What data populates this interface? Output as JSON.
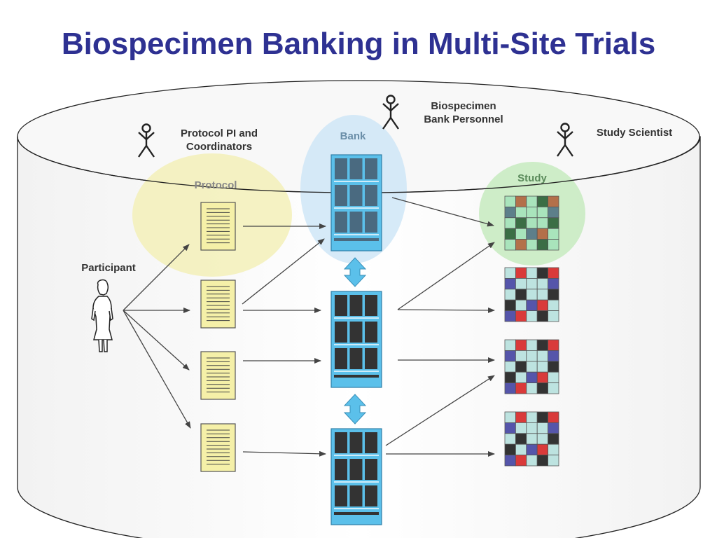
{
  "title": "Biospecimen Banking in Multi-Site Trials",
  "labels": {
    "protocol_pi": "Protocol PI and\nCoordinators",
    "bank_personnel": "Biospecimen\nBank Personnel",
    "study_scientist": "Study Scientist",
    "participant": "Participant",
    "protocol": "Protocol",
    "bank": "Bank",
    "study": "Study"
  },
  "colors": {
    "title": "#2e3192",
    "protocol_highlight": "#f3f0b9",
    "bank_highlight": "#cfe6f7",
    "study_highlight": "#c9ebc2",
    "document_fill": "#f5f0a8",
    "bank_rack_fill": "#5bc0ea",
    "bank_slot_dark": "#333333",
    "bank_slot_highlight": "#4a6a80",
    "grid_light": "#bde3e0",
    "grid_red": "#d93a3a",
    "grid_blue": "#5555aa",
    "grid_dark": "#333333",
    "study_grid_light": "#a9e4bc",
    "study_grid_orange": "#b3704a",
    "study_grid_green": "#3b6e45",
    "study_grid_slate": "#5d7f8a"
  }
}
